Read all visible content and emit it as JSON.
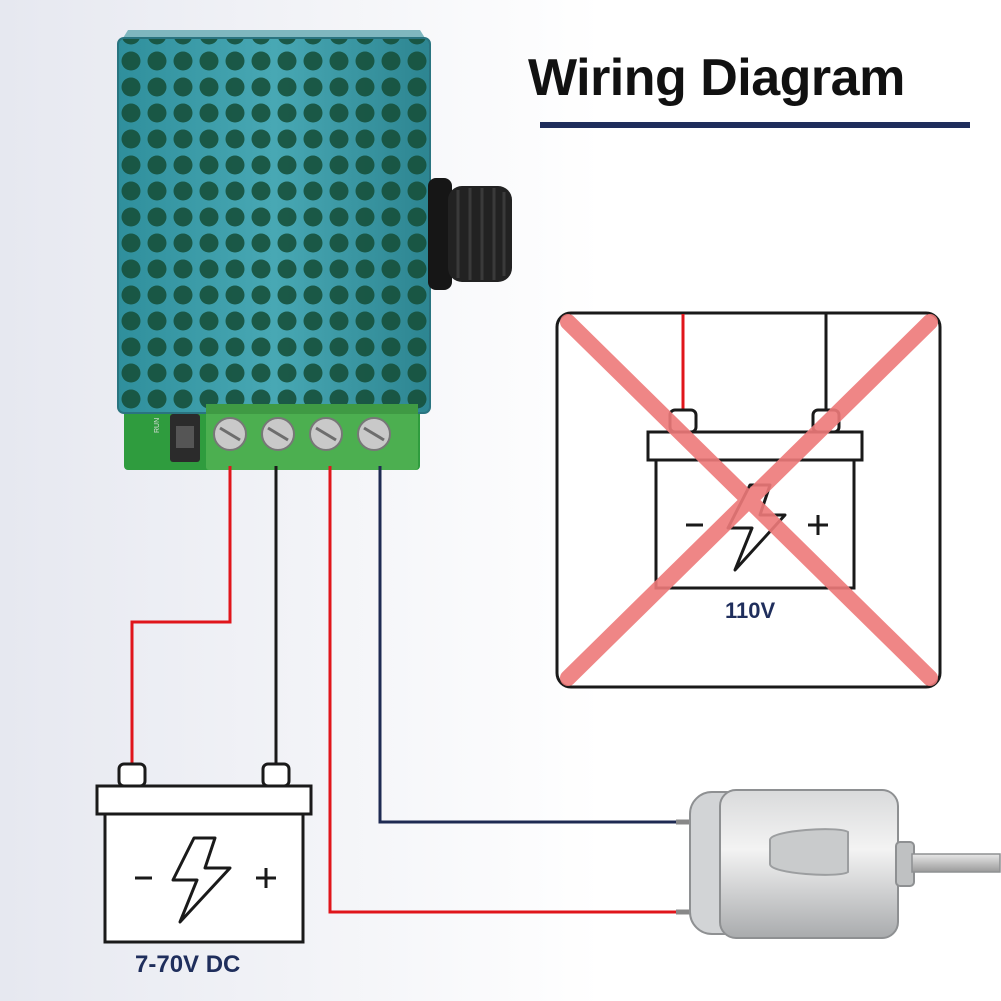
{
  "title": "Wiring Diagram",
  "controller": {
    "switch_label": "RUN"
  },
  "forbidden_battery": {
    "voltage_label": "110V"
  },
  "allowed_battery": {
    "voltage_label": "7-70V DC"
  },
  "battery_symbols": {
    "minus": "-",
    "plus": "+"
  },
  "colors": {
    "positive_wire": "#e0151b",
    "negative_wire": "#1a1a1a",
    "motor_wire": "#1e2a52",
    "cross": "#ee7a7a",
    "label": "#1f2e5c",
    "controller_case": "#3c9aa8",
    "terminal_block": "#4caf50"
  },
  "icons": [
    "lightning-bolt-icon",
    "minus-sign",
    "plus-sign",
    "cross-out-icon",
    "dc-motor"
  ]
}
